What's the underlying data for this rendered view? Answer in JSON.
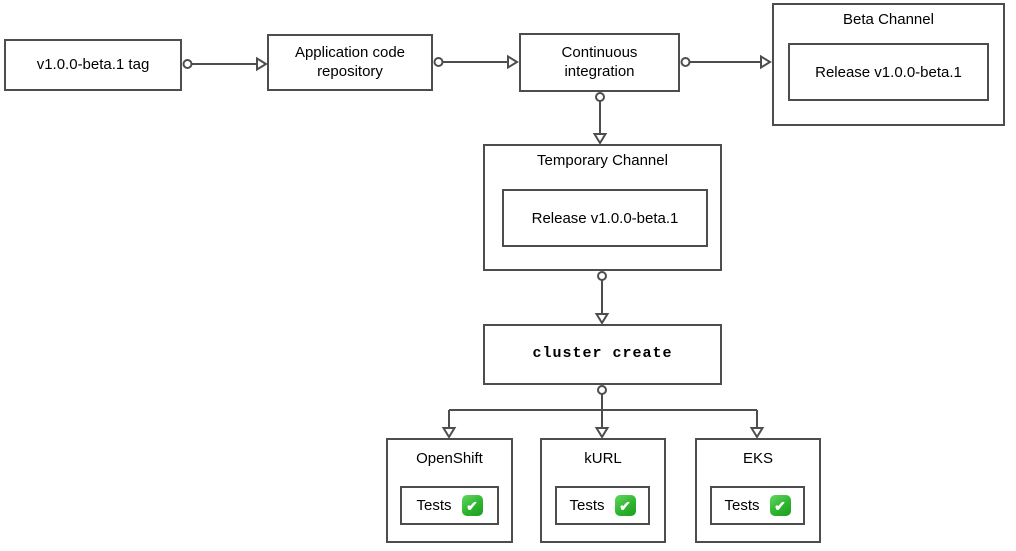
{
  "diagram": {
    "nodes": {
      "tag": {
        "label": "v1.0.0-beta.1 tag"
      },
      "app_repo": {
        "label": "Application code repository"
      },
      "ci": {
        "label": "Continuous integration"
      },
      "beta_channel": {
        "title": "Beta Channel",
        "release_label": "Release v1.0.0-beta.1"
      },
      "temp_channel": {
        "title": "Temporary Channel",
        "release_label": "Release v1.0.0-beta.1"
      },
      "cluster_create": {
        "label": "cluster create"
      },
      "clusters": [
        {
          "title": "OpenShift",
          "tests_label": "Tests",
          "status_icon": "success-check-icon"
        },
        {
          "title": "kURL",
          "tests_label": "Tests",
          "status_icon": "success-check-icon"
        },
        {
          "title": "EKS",
          "tests_label": "Tests",
          "status_icon": "success-check-icon"
        }
      ]
    },
    "icons": {
      "success_check_glyph": "✔"
    },
    "colors": {
      "stroke": "#4d4d4d",
      "text": "#000000",
      "check_green": "#2eb52e",
      "background": "#ffffff"
    }
  }
}
